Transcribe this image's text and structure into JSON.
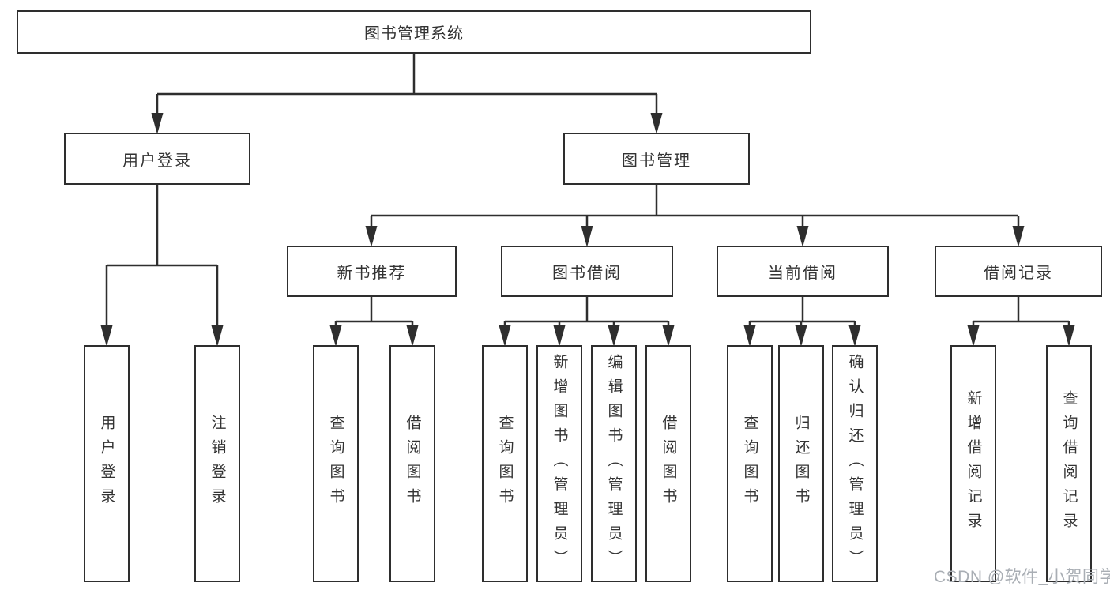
{
  "tree": {
    "label": "图书管理系统",
    "children": [
      {
        "label": "用户登录",
        "children": [
          {
            "label": "用户登录"
          },
          {
            "label": "注销登录"
          }
        ]
      },
      {
        "label": "图书管理",
        "children": [
          {
            "label": "新书推荐",
            "children": [
              {
                "label": "查询图书"
              },
              {
                "label": "借阅图书"
              }
            ]
          },
          {
            "label": "图书借阅",
            "children": [
              {
                "label": "查询图书"
              },
              {
                "label": "新增图书（管理员）"
              },
              {
                "label": "编辑图书（管理员）"
              },
              {
                "label": "借阅图书"
              }
            ]
          },
          {
            "label": "当前借阅",
            "children": [
              {
                "label": "查询图书"
              },
              {
                "label": "归还图书"
              },
              {
                "label": "确认归还（管理员）"
              }
            ]
          },
          {
            "label": "借阅记录",
            "children": [
              {
                "label": "新增借阅记录"
              },
              {
                "label": "查询借阅记录"
              }
            ]
          }
        ]
      }
    ]
  },
  "watermark": {
    "text": "CSDN @软件_小贺同学"
  },
  "colors": {
    "line": "#2e2e2e",
    "text": "#333333",
    "watermark": "#a9aeb4",
    "background": "#ffffff"
  }
}
